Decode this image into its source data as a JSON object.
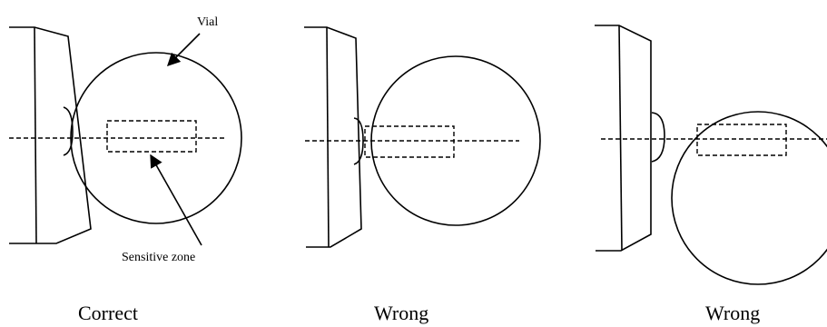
{
  "labels": {
    "vial": "Vial",
    "sensitive_zone": "Sensitive zone"
  },
  "captions": [
    "Correct",
    "Wrong",
    "Wrong"
  ]
}
